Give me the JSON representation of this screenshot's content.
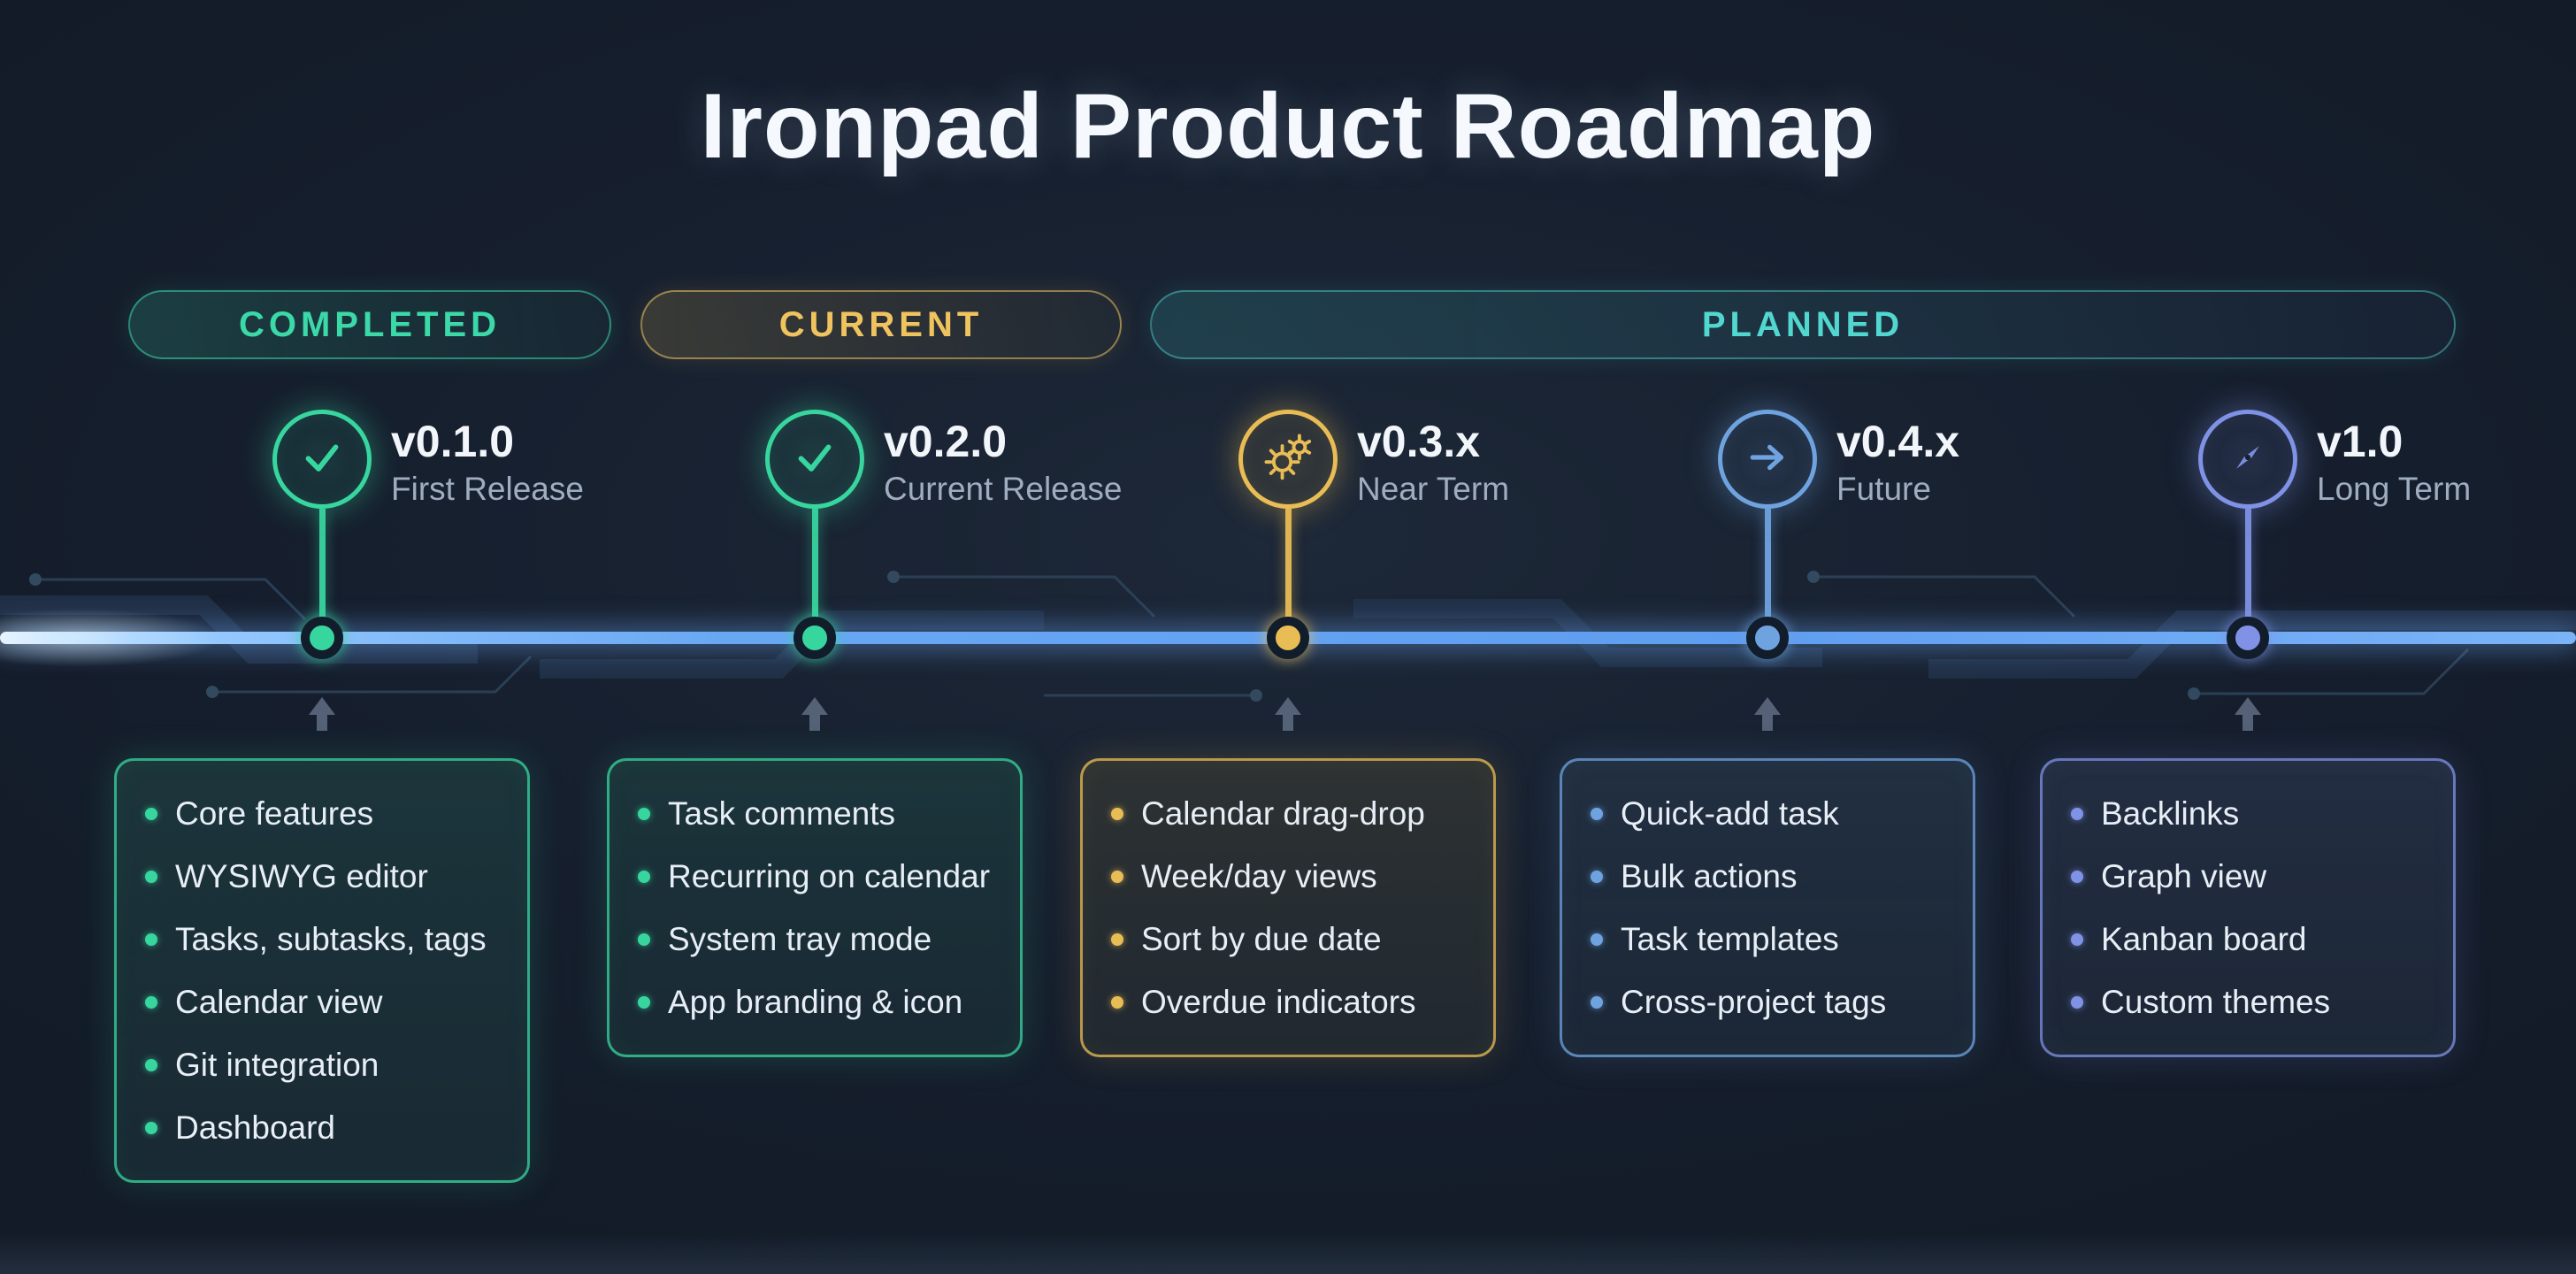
{
  "title": "Ironpad Product Roadmap",
  "phases": [
    {
      "label": "COMPLETED",
      "color": "#3bd8a8"
    },
    {
      "label": "CURRENT",
      "color": "#f0c35e"
    },
    {
      "label": "PLANNED",
      "color": "#52d7d0"
    }
  ],
  "timeline": {
    "line_color": "#6fb0f5"
  },
  "milestones": [
    {
      "version": "v0.1.0",
      "subtitle": "First Release",
      "icon": "check-circle-icon",
      "color": "#38d69f",
      "items": [
        "Core features",
        "WYSIWYG editor",
        "Tasks, subtasks, tags",
        "Calendar view",
        "Git integration",
        "Dashboard"
      ]
    },
    {
      "version": "v0.2.0",
      "subtitle": "Current Release",
      "icon": "check-circle-icon",
      "color": "#38d69f",
      "items": [
        "Task comments",
        "Recurring on calendar",
        "System tray mode",
        "App branding & icon"
      ]
    },
    {
      "version": "v0.3.x",
      "subtitle": "Near Term",
      "icon": "gears-icon",
      "color": "#e9bd55",
      "items": [
        "Calendar drag-drop",
        "Week/day views",
        "Sort by due date",
        "Overdue indicators"
      ]
    },
    {
      "version": "v0.4.x",
      "subtitle": "Future",
      "icon": "arrow-right-circle-icon",
      "color": "#6fa3e0",
      "items": [
        "Quick-add task",
        "Bulk actions",
        "Task templates",
        "Cross-project tags"
      ]
    },
    {
      "version": "v1.0",
      "subtitle": "Long Term",
      "icon": "compass-icon",
      "color": "#8092e6",
      "items": [
        "Backlinks",
        "Graph view",
        "Kanban board",
        "Custom themes"
      ]
    }
  ]
}
